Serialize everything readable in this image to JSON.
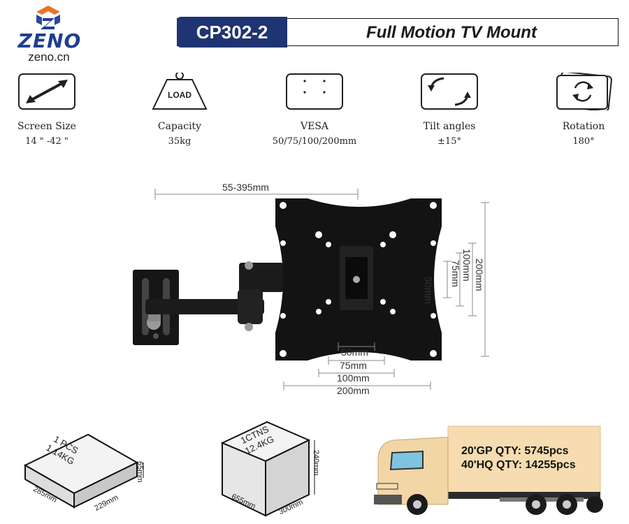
{
  "brand": {
    "name": "ZENO",
    "url": "zeno.cn"
  },
  "header": {
    "model": "CP302-2",
    "product": "Full Motion TV Mount"
  },
  "specs": [
    {
      "icon": "diagonal-arrow-icon",
      "label": "Screen Size",
      "value": "14 \" -42 \""
    },
    {
      "icon": "load-weight-icon",
      "label": "Capacity",
      "value": "35kg",
      "icon_text": "LOAD"
    },
    {
      "icon": "vesa-pattern-icon",
      "label": "VESA",
      "value": "50/75/100/200mm"
    },
    {
      "icon": "tilt-arrows-icon",
      "label": "Tilt angles",
      "value": "±15°"
    },
    {
      "icon": "rotation-icon",
      "label": "Rotation",
      "value": "180°"
    }
  ],
  "dimensions": {
    "extension": "55-395mm",
    "h50": "50mm",
    "h75": "75mm",
    "h100": "100mm",
    "h200": "200mm",
    "w50": "50mm",
    "w75": "75mm",
    "w100": "100mm",
    "w200": "200mm"
  },
  "packaging": {
    "inner": {
      "label_line1": "1 PCS",
      "label_line2": "1.14KG",
      "length": "285mm",
      "width": "229mm",
      "height": "65mm"
    },
    "carton": {
      "label_line1": "1CTNS",
      "label_line2": "12.4KG",
      "length": "655mm",
      "width": "300mm",
      "height": "240mm"
    }
  },
  "shipping": {
    "gp20": "20'GP QTY: 5745pcs",
    "hq40": "40'HQ QTY: 14255pcs"
  },
  "colors": {
    "brand_navy": "#1f3473",
    "logo_orange": "#e8742a",
    "truck_cargo": "#f6dcb0",
    "mount_black": "#161616"
  }
}
